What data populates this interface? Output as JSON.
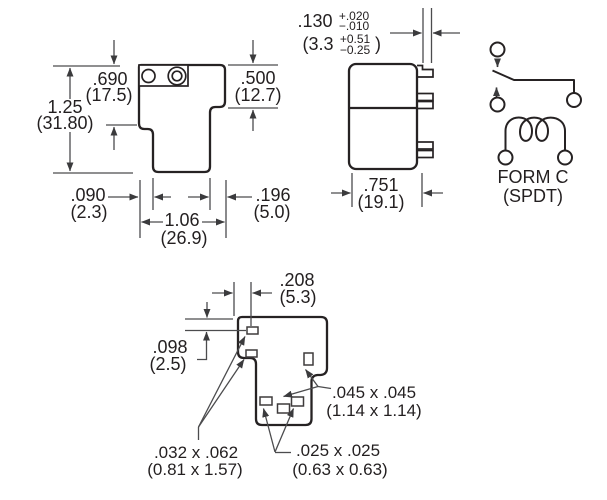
{
  "drawing_title": "Relay dimensional drawing",
  "colors": {
    "background": "#ffffff",
    "outline": "#231f20",
    "dimension_lines": "#4c4c4e"
  },
  "front_view": {
    "height_in": "1.25",
    "height_mm": "(31.80)",
    "top_in": ".690",
    "top_mm": "(17.5)",
    "right_in": ".500",
    "right_mm": "(12.7)",
    "notch_in": ".090",
    "notch_mm": "(2.3)",
    "width_in": "1.06",
    "width_mm": "(26.9)",
    "inset_in": ".196",
    "inset_mm": "(5.0)"
  },
  "side_view": {
    "pin_in": ".130",
    "pin_tol_plus": "+.020",
    "pin_tol_minus": "−.010",
    "pin_mm_open": "(3.3",
    "pin_mm_tol_plus": "+0.51",
    "pin_mm_tol_minus": "−0.25",
    "pin_mm_close": ")",
    "width_in": ".751",
    "width_mm": "(19.1)"
  },
  "schematic": {
    "title": "FORM C",
    "subtitle": "(SPDT)"
  },
  "bottom_view": {
    "offset_h_in": ".208",
    "offset_h_mm": "(5.3)",
    "offset_v_in": ".098",
    "offset_v_mm": "(2.5)",
    "pad_large": ".045 x .045",
    "pad_large_mm": "(1.14 x 1.14)",
    "pad_oblong": ".032 x .062",
    "pad_oblong_mm": "(0.81 x 1.57)",
    "pad_small": ".025 x .025",
    "pad_small_mm": "(0.63 x 0.63)"
  }
}
